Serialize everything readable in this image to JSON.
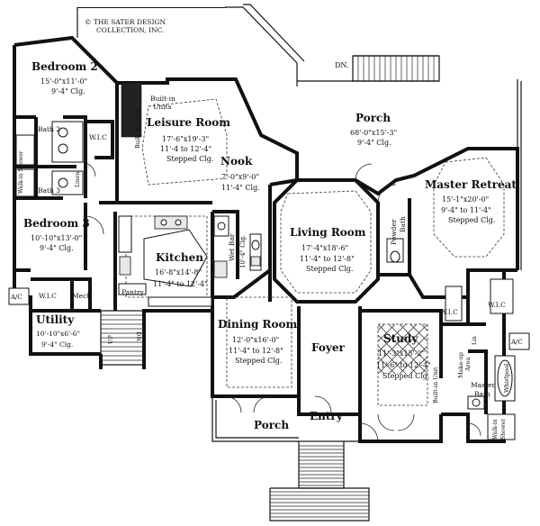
{
  "copyright": {
    "line1": "© THE SATER DESIGN",
    "line2": "COLLECTION, INC."
  },
  "rooms": {
    "bedroom2": {
      "name": "Bedroom 2",
      "size": "15'-0\"x11'-0\"",
      "clg": "9'-4\" Clg."
    },
    "bedroom3": {
      "name": "Bedroom 3",
      "size": "10'-10\"x13'-0\"",
      "clg": "9'-4\" Clg."
    },
    "leisure": {
      "name": "Leisure Room",
      "size": "17'-6\"x19'-3\"",
      "clg1": "11'-4 to 12'-4\"",
      "clg2": "Stepped Clg."
    },
    "nook": {
      "name": "Nook",
      "size": "7'-0\"x9'-0\"",
      "clg": "11'-4\" Clg."
    },
    "porch_top": {
      "name": "Porch",
      "size": "68'-0\"x15'-3\"",
      "clg": "9'-4\" Clg."
    },
    "master": {
      "name": "Master Retreat",
      "size": "15'-1\"x20'-0\"",
      "clg1": "9'-4\" to 11'-4\"",
      "clg2": "Stepped Clg."
    },
    "living": {
      "name": "Living Room",
      "size": "17'-4\"x18'-6\"",
      "clg1": "11'-4\" to 12'-8\"",
      "clg2": "Stepped Clg."
    },
    "kitchen": {
      "name": "Kitchen",
      "size": "16'-8\"x14'-8\"",
      "clg": "11'-4\" to 12'-4\""
    },
    "utility": {
      "name": "Utility",
      "size": "10'-10\"x6'-6\"",
      "clg": "9'-4\" Clg."
    },
    "dining": {
      "name": "Dining Room",
      "size": "12'-0\"x16'-0\"",
      "clg1": "11'-4\" to 12'-8\"",
      "clg2": "Stepped Clg."
    },
    "foyer": {
      "name": "Foyer"
    },
    "study": {
      "name": "Study",
      "size": "11'-3\"x15'-2\"",
      "clg1": "11'-6\" to 12'-4\"",
      "clg2": "Stepped Clg."
    },
    "porch_bottom": {
      "name": "Porch"
    },
    "entry": {
      "name": "Entry"
    }
  },
  "labels": {
    "bath2": "Bath 2",
    "bath3": "Bath 3",
    "wic": "W.I.C",
    "linen": "Linen",
    "walkin_shower": "Walk-in Shower",
    "builtin": "Built-in",
    "units": "Units",
    "builtin_units": "Built-in Units",
    "wet_bar": "Wet Bar",
    "wet_bar_clg": "10'-4\" Clg.",
    "pantry": "Pantry",
    "ac": "A/C",
    "mech": "Mech",
    "up": "UP",
    "dn": "DN.",
    "powder": "Powder",
    "bath": "Bath",
    "makeup": "Make-up",
    "area": "Area",
    "master_bath": "Master",
    "master_bath2": "Bath",
    "whirlpool": "Whirlpool",
    "linen_short": "Lin",
    "builtin_unit": "Built-in Unit",
    "walkin": "Walk-in",
    "shower": "Shower"
  }
}
